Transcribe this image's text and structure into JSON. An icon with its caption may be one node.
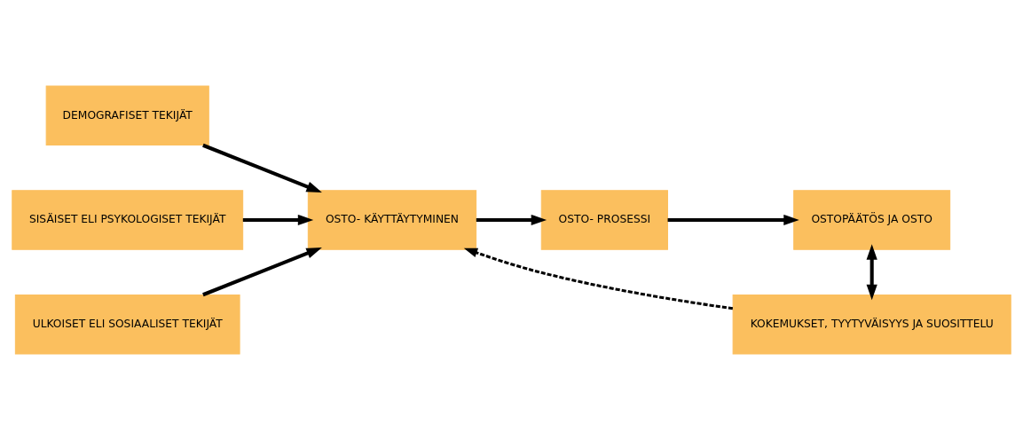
{
  "diagram": {
    "nodes": [
      {
        "text": [
          "DEMOGRAFISET TEKIJÄT"
        ]
      },
      {
        "text": [
          "SISÄISET ELI PSYKOLOGISET TEKIJÄT"
        ]
      },
      {
        "text": [
          "ULKOISET ELI SOSIAALISET TEKIJÄT"
        ]
      },
      {
        "text": [
          "OSTO- KÄYTTÄYTYMINEN"
        ]
      },
      {
        "text": [
          "OSTO- PROSESSI"
        ]
      },
      {
        "text": [
          "OSTOPÄÄTÖS JA OSTO"
        ]
      },
      {
        "text": [
          "KOKEMUKSET, TYYTYVÄISYYS JA SUOSITTELU"
        ]
      }
    ],
    "edges": [
      {
        "from": 0,
        "to": 3,
        "arrow": "to"
      },
      {
        "from": 1,
        "to": 3,
        "arrow": "to"
      },
      {
        "from": 2,
        "to": 3,
        "arrow": "to"
      },
      {
        "from": 3,
        "to": 4,
        "arrow": "to"
      },
      {
        "from": 4,
        "to": 5,
        "arrow": "to"
      },
      {
        "from": 5,
        "to": 6,
        "arrow": "both"
      },
      {
        "from": 6,
        "to": 3,
        "arrow": "to",
        "style": "dashed"
      }
    ]
  }
}
